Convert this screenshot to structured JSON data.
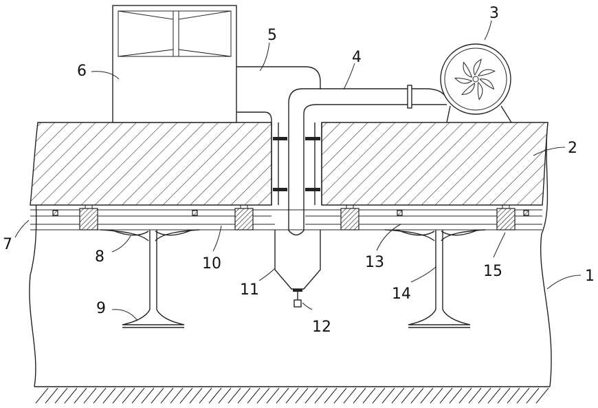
{
  "labels": {
    "l1": "1",
    "l2": "2",
    "l3": "3",
    "l4": "4",
    "l5": "5",
    "l6": "6",
    "l7": "7",
    "l8": "8",
    "l9": "9",
    "l10": "10",
    "l11": "11",
    "l12": "12",
    "l13": "13",
    "l14": "14",
    "l15": "15"
  },
  "colors": {
    "line": "#222222",
    "background": "#ffffff"
  }
}
